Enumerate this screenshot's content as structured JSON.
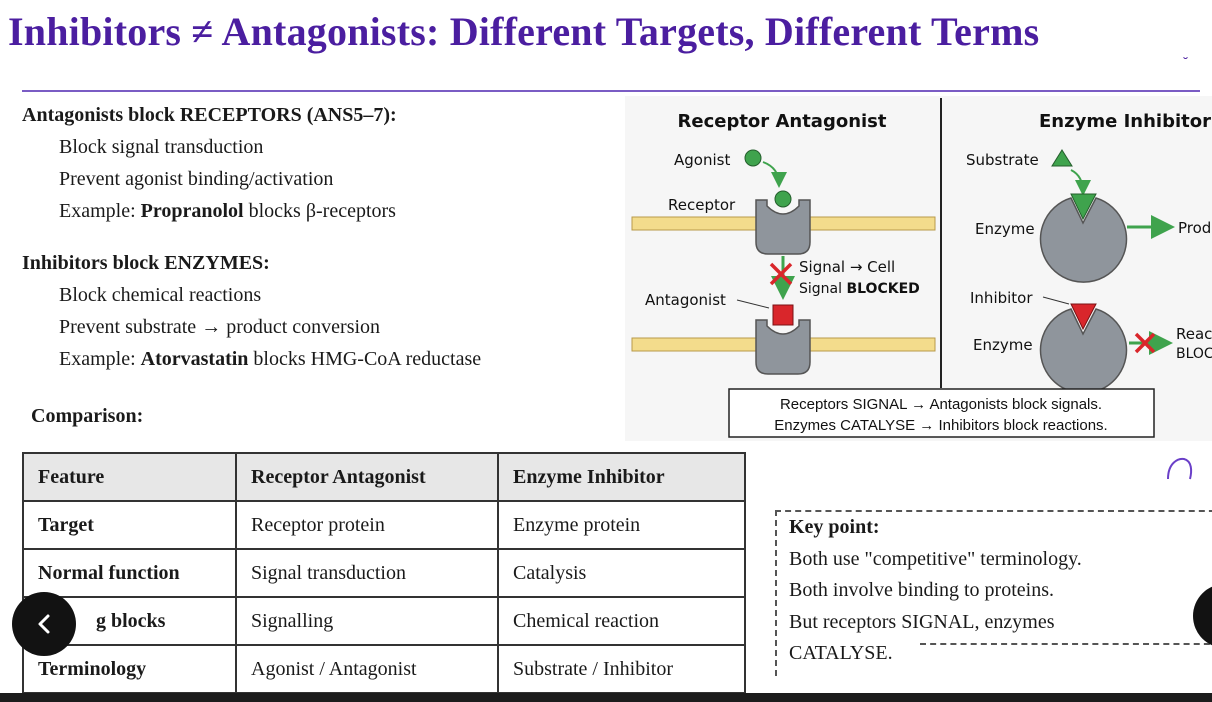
{
  "title": "Inhibitors ≠ Antagonists: Different Targets, Different Terms",
  "antagonists": {
    "heading": "Antagonists block RECEPTORS",
    "heading_note": " (ANS5–7):",
    "line1": "Block signal transduction",
    "line2": "Prevent agonist binding/activation",
    "example_prefix": "Example: ",
    "example_drug": "Propranolol",
    "example_suffix": " blocks β-receptors"
  },
  "inhibitors": {
    "heading": "Inhibitors block ENZYMES:",
    "line1": "Block chemical reactions",
    "line2": "Prevent substrate → product conversion",
    "example_prefix": "Example: ",
    "example_drug": "Atorvastatin",
    "example_suffix": " blocks HMG-CoA reductase"
  },
  "comparison_label": "Comparison:",
  "figure": {
    "left_title": "Receptor Antagonist",
    "right_title": "Enzyme Inhibitor",
    "agonist": "Agonist",
    "receptor": "Receptor",
    "signal_cell": "Signal → Cell",
    "signal_blocked_prefix": "Signal ",
    "signal_blocked_word": "BLOCKED",
    "antagonist": "Antagonist",
    "substrate": "Substrate",
    "enzyme_top": "Enzyme",
    "product": "Prod",
    "inhibitor": "Inhibitor",
    "enzyme_bottom": "Enzyme",
    "reaction_line1": "Reac",
    "reaction_line2": "BLOC",
    "caption_line1": "Receptors SIGNAL → Antagonists block signals.",
    "caption_line2": "Enzymes CATALYSE → Inhibitors block reactions."
  },
  "table": {
    "headers": [
      "Feature",
      "Receptor Antagonist",
      "Enzyme Inhibitor"
    ],
    "rows": [
      [
        "Target",
        "Receptor protein",
        "Enzyme protein"
      ],
      [
        "Normal function",
        "Signal transduction",
        "Catalysis"
      ],
      [
        "g blocks",
        "Signalling",
        "Chemical reaction"
      ],
      [
        "Terminology",
        "Agonist / Antagonist",
        "Substrate / Inhibitor"
      ]
    ]
  },
  "key_point": {
    "heading": "Key point:",
    "line1": "Both use \"competitive\" terminology.",
    "line2": "Both involve binding to proteins.",
    "line3": "But receptors SIGNAL, enzymes",
    "line4": "CATALYSE."
  },
  "corner_mark": "˘",
  "icons": {
    "prev": "chevron-left-icon",
    "arc": "arc-icon"
  },
  "colors": {
    "title": "#4b1ea0",
    "membrane": "#f3dc8c",
    "protein": "#8f959c",
    "agonist": "#3fa34d",
    "antagonist": "#d9262b"
  }
}
